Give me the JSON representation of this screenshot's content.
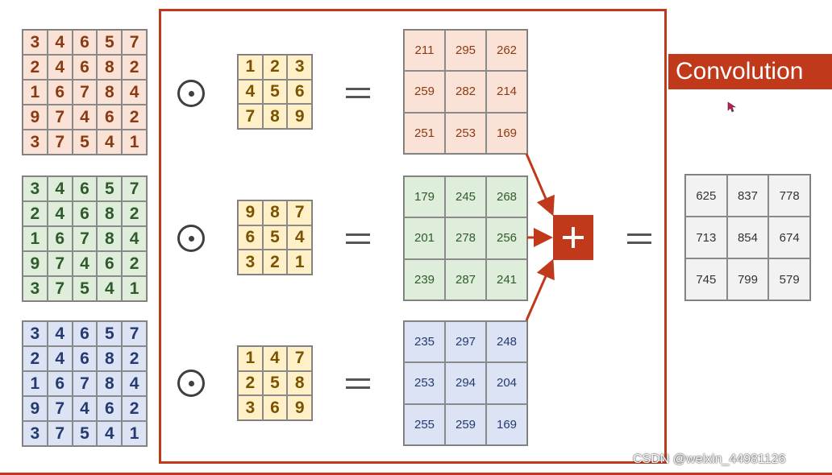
{
  "title": "Convolution",
  "watermark": "CSDN @weixin_44981126",
  "colors": {
    "accent": "#c0391b",
    "channel_1": "#fbe2d6",
    "channel_2": "#dfeedb",
    "channel_3": "#dbe3f4",
    "kernel": "#fff0c8",
    "result": "#f2f2f2"
  },
  "inputs": [
    {
      "rows": [
        [
          "3",
          "4",
          "6",
          "5",
          "7"
        ],
        [
          "2",
          "4",
          "6",
          "8",
          "2"
        ],
        [
          "1",
          "6",
          "7",
          "8",
          "4"
        ],
        [
          "9",
          "7",
          "4",
          "6",
          "2"
        ],
        [
          "3",
          "7",
          "5",
          "4",
          "1"
        ]
      ]
    },
    {
      "rows": [
        [
          "3",
          "4",
          "6",
          "5",
          "7"
        ],
        [
          "2",
          "4",
          "6",
          "8",
          "2"
        ],
        [
          "1",
          "6",
          "7",
          "8",
          "4"
        ],
        [
          "9",
          "7",
          "4",
          "6",
          "2"
        ],
        [
          "3",
          "7",
          "5",
          "4",
          "1"
        ]
      ]
    },
    {
      "rows": [
        [
          "3",
          "4",
          "6",
          "5",
          "7"
        ],
        [
          "2",
          "4",
          "6",
          "8",
          "2"
        ],
        [
          "1",
          "6",
          "7",
          "8",
          "4"
        ],
        [
          "9",
          "7",
          "4",
          "6",
          "2"
        ],
        [
          "3",
          "7",
          "5",
          "4",
          "1"
        ]
      ]
    }
  ],
  "kernels": [
    {
      "rows": [
        [
          "1",
          "2",
          "3"
        ],
        [
          "4",
          "5",
          "6"
        ],
        [
          "7",
          "8",
          "9"
        ]
      ]
    },
    {
      "rows": [
        [
          "9",
          "8",
          "7"
        ],
        [
          "6",
          "5",
          "4"
        ],
        [
          "3",
          "2",
          "1"
        ]
      ]
    },
    {
      "rows": [
        [
          "1",
          "4",
          "7"
        ],
        [
          "2",
          "5",
          "8"
        ],
        [
          "3",
          "6",
          "9"
        ]
      ]
    }
  ],
  "results": [
    {
      "rows": [
        [
          "211",
          "295",
          "262"
        ],
        [
          "259",
          "282",
          "214"
        ],
        [
          "251",
          "253",
          "169"
        ]
      ]
    },
    {
      "rows": [
        [
          "179",
          "245",
          "268"
        ],
        [
          "201",
          "278",
          "256"
        ],
        [
          "239",
          "287",
          "241"
        ]
      ]
    },
    {
      "rows": [
        [
          "235",
          "297",
          "248"
        ],
        [
          "253",
          "294",
          "204"
        ],
        [
          "255",
          "259",
          "169"
        ]
      ]
    }
  ],
  "final": {
    "rows": [
      [
        "625",
        "837",
        "778"
      ],
      [
        "713",
        "854",
        "674"
      ],
      [
        "745",
        "799",
        "579"
      ]
    ]
  },
  "icons": {
    "operator": "circled-dot-icon",
    "sum": "plus-icon",
    "equals": "equals-icon",
    "pointer": "mouse-cursor-icon"
  }
}
